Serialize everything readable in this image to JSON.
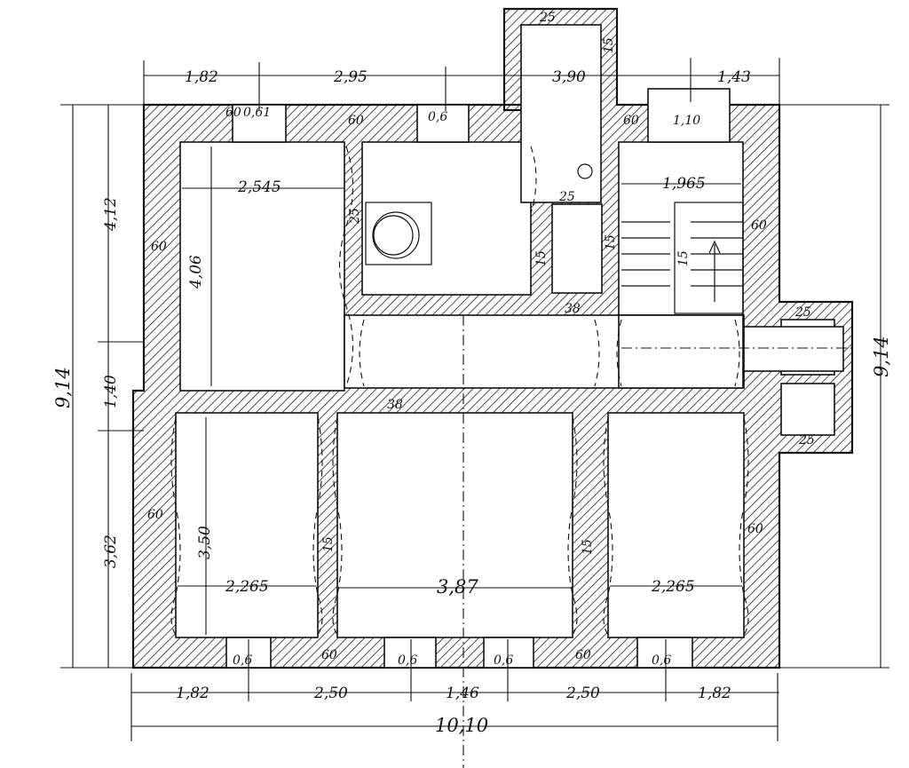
{
  "dimensions": {
    "top": [
      "1,82",
      "2,95",
      "3,90",
      "1,43"
    ],
    "bottom": [
      "1,82",
      "2,50",
      "1,46",
      "2,50",
      "1,82"
    ],
    "total_width": "10,10",
    "left_total": "9,14",
    "left_parts": [
      "4,12",
      "1,40",
      "3,62"
    ],
    "right_total": "9,14",
    "room_widths": [
      "2,545",
      "1,965",
      "2,265",
      "3,87",
      "2,265"
    ],
    "room_heights": [
      "4,06",
      "3,50"
    ],
    "wall_thickness": [
      "60",
      "60",
      "60",
      "60",
      "60",
      "60",
      "60",
      "60",
      "60"
    ],
    "partition_thickness": [
      "25",
      "25",
      "25",
      "25",
      "25",
      "15",
      "15",
      "15",
      "15",
      "15",
      "15"
    ],
    "corridor_walls": [
      "38",
      "38"
    ],
    "window_widths": [
      "0,61",
      "0,6",
      "1,10",
      "0,6",
      "0,6",
      "0,6",
      "0,6"
    ]
  }
}
